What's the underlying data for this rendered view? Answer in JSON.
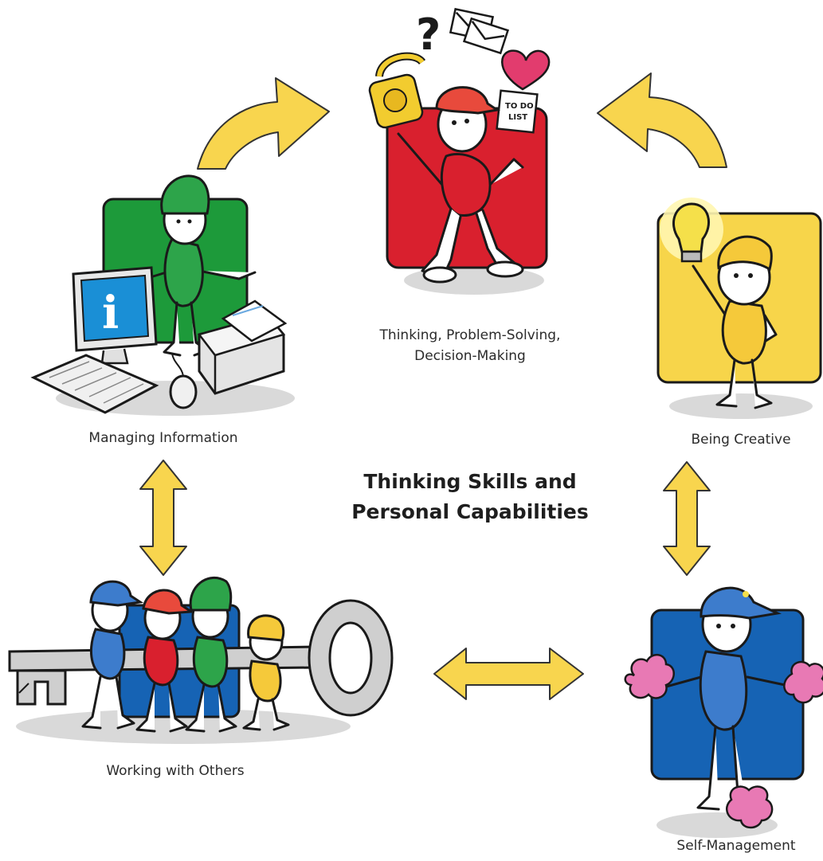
{
  "diagram": {
    "title_line1": "Thinking Skills and",
    "title_line2": "Personal Capabilities",
    "nodes": {
      "thinking_line1": "Thinking, Problem-Solving,",
      "thinking_line2": "Decision-Making",
      "managing": "Managing Information",
      "creative": "Being Creative",
      "working": "Working with Others",
      "self": "Self-Management"
    },
    "props": {
      "todo_line1": "TO DO",
      "todo_line2": "LIST",
      "info_glyph": "i",
      "question_glyph": "?"
    }
  },
  "colors": {
    "arrow": "#f8d54e",
    "red": "#d9202e",
    "green": "#1d9a3a",
    "yellow": "#f7d54a",
    "blue": "#1663b4",
    "cap_red": "#e84a3c",
    "hat_green": "#2da44a",
    "cap_blue": "#3d7ccc",
    "hat_yellow": "#f5c93a",
    "pink": "#e879b4",
    "heart": "#e23c6e",
    "screen": "#1a8fd6",
    "key": "#cfcfcf"
  }
}
